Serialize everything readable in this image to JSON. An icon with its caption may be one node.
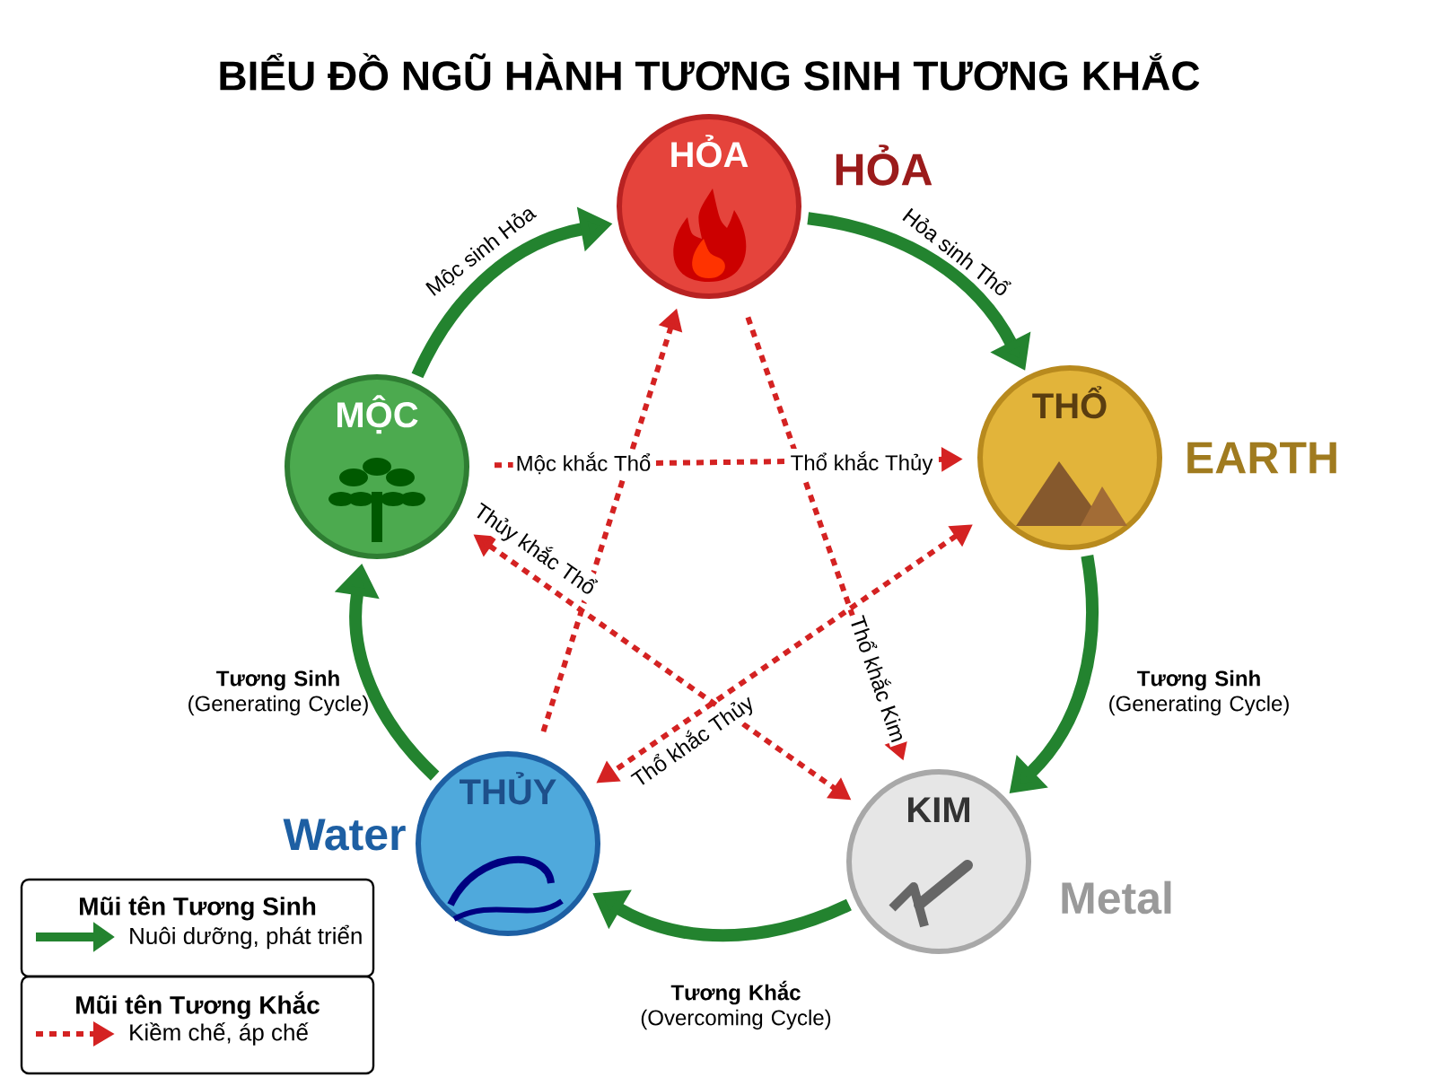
{
  "diagram": {
    "title": "BIỂU ĐỒ NGŨ HÀNH TƯƠNG SINH TƯƠNG KHẮC",
    "nodes": [
      {
        "text": [
          "HỎA"
        ],
        "beside": [
          "HỎA"
        ]
      },
      {
        "text": [
          "THỔ"
        ],
        "beside": [
          "EARTH"
        ]
      },
      {
        "text": [
          "KIM"
        ],
        "beside": [
          "Metal"
        ]
      },
      {
        "text": [
          "THỦY"
        ],
        "beside": [
          "Water"
        ]
      },
      {
        "text": [
          "MỘC"
        ]
      }
    ],
    "edges": [
      {
        "from": 4,
        "to": 0,
        "arrow": "to",
        "label": "Mộc sinh Hỏa",
        "style": "thick",
        "color": "#23832f"
      },
      {
        "from": 0,
        "to": 1,
        "arrow": "to",
        "label": "Hỏa sinh Thổ",
        "style": "thick",
        "color": "#23832f"
      },
      {
        "from": 1,
        "to": 2,
        "arrow": "to",
        "label": "**Tương Sinh** (Generating Cycle)",
        "style": "thick",
        "color": "#23832f"
      },
      {
        "from": 2,
        "to": 3,
        "arrow": "to",
        "label": "**Tương Khắc** (Overcoming Cycle)",
        "style": "thick",
        "color": "#23832f"
      },
      {
        "from": 3,
        "to": 4,
        "arrow": "to",
        "label": "**Tương Sinh** (Generating Cycle)",
        "style": "thick",
        "color": "#23832f"
      },
      {
        "from": 4,
        "to": 1,
        "arrow": "to",
        "label": "Mộc khắc Thổ",
        "style": "dashed",
        "color": "#d42222"
      },
      {
        "from": 1,
        "to": 3,
        "arrow": "both",
        "label": "Thổ khắc Thủy",
        "style": "dashed",
        "color": "#d42222"
      },
      {
        "from": 4,
        "to": 2,
        "arrow": "both",
        "label": "Thủy khắc Thổ",
        "style": "dashed",
        "color": "#d42222"
      },
      {
        "from": 0,
        "to": 2,
        "arrow": "to",
        "label": "Thổ khắc Kim",
        "style": "dashed",
        "color": "#d42222"
      },
      {
        "from": 3,
        "to": 0,
        "arrow": "to",
        "style": "dashed",
        "color": "#d42222"
      }
    ],
    "labels": [
      "Thổ khắc Thủy",
      "Mũi tên Tương Sinh",
      "Mũi tên Tương Khắc"
    ],
    "legend": [
      {
        "text": "Nuôi dưỡng, phát triển"
      },
      {
        "text": "Kiềm chế, áp chế"
      }
    ]
  }
}
